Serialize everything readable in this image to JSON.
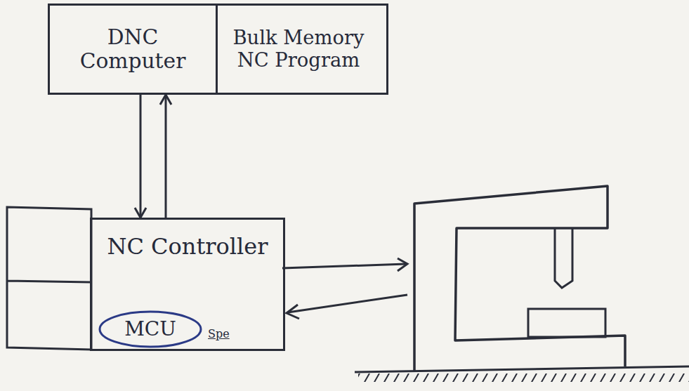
{
  "diagram": {
    "nodes": [
      {
        "text": [
          "DNC Computer"
        ]
      },
      {
        "text": [
          "Bulk Memory NC Program"
        ]
      },
      {
        "text": [
          "NC Controller"
        ]
      },
      {
        "text": [
          "MCU"
        ],
        "in": 2
      }
    ],
    "edges": [
      {
        "from": 0,
        "to": 2,
        "arrow": "to"
      },
      {
        "from": 2,
        "to": 0,
        "arrow": "to"
      }
    ],
    "labels": [
      "Spe"
    ]
  }
}
